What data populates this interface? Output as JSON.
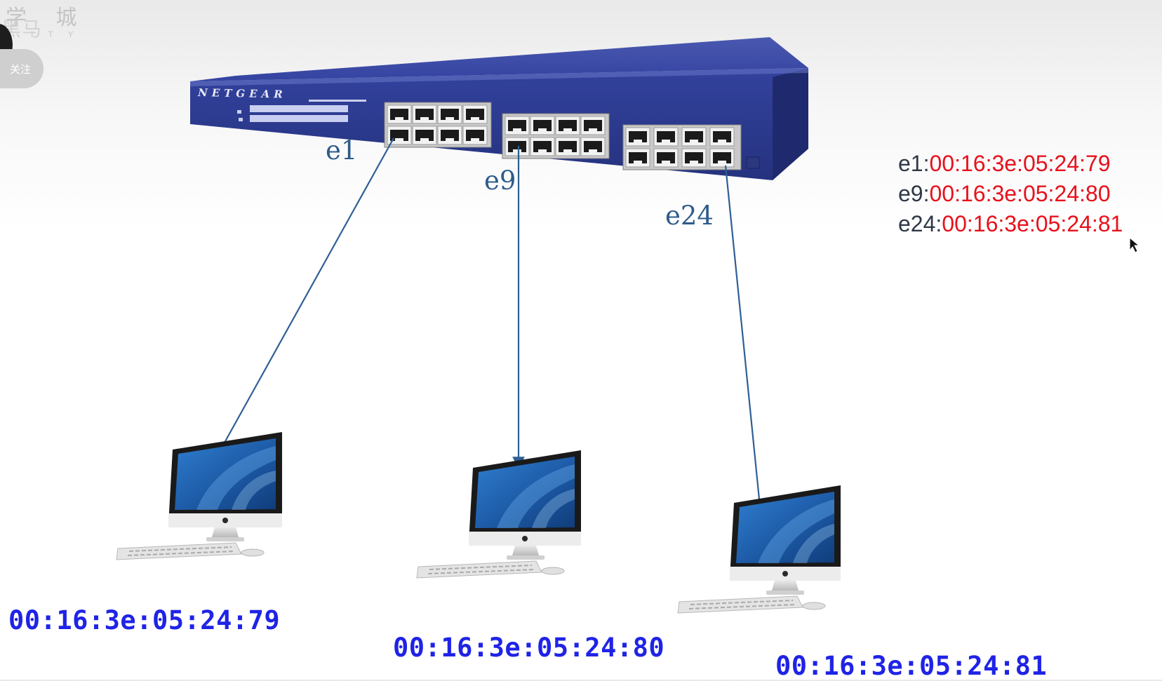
{
  "watermark": {
    "line1": "学 城",
    "line2": "黑马",
    "line3": "I T Y"
  },
  "follow_button": {
    "label": "关注"
  },
  "switch": {
    "brand": "NETGEAR",
    "color": "#2f3f94"
  },
  "ports": [
    {
      "label": "e1"
    },
    {
      "label": "e9"
    },
    {
      "label": "e24"
    }
  ],
  "legend": [
    {
      "port": "e1:",
      "mac": "00:16:3e:05:24:79"
    },
    {
      "port": "e9:",
      "mac": "00:16:3e:05:24:80"
    },
    {
      "port": "e24:",
      "mac": "00:16:3e:05:24:81"
    }
  ],
  "computers": [
    {
      "mac": "00:16:3e:05:24:79"
    },
    {
      "mac": "00:16:3e:05:24:80"
    },
    {
      "mac": "00:16:3e:05:24:81"
    }
  ],
  "colors": {
    "cable": "#2e5f95",
    "port_label": "#2e5b8c",
    "legend_port": "#2f3846",
    "legend_mac": "#e8111c",
    "pc_mac": "#1f23e6"
  }
}
